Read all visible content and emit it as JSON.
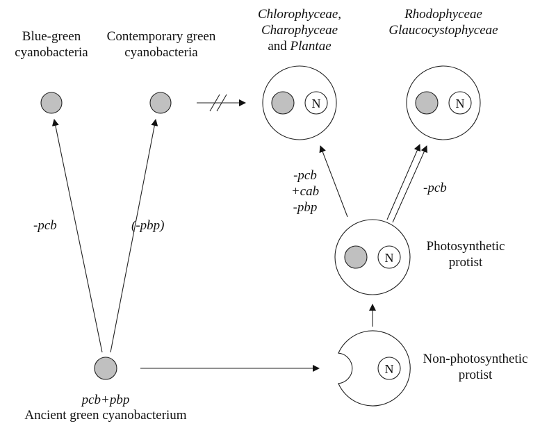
{
  "labels": {
    "blue_green": [
      "Blue-green",
      "cyanobacteria"
    ],
    "contemporary": [
      "Contemporary green",
      "cyanobacteria"
    ],
    "chlorophyceae": [
      "Chlorophyceae,",
      "Charophyceae"
    ],
    "and": "and ",
    "plantae": "Plantae",
    "rhodophyceae": [
      "Rhodophyceae",
      "Glaucocystophyceae"
    ],
    "photosynthetic": [
      "Photosynthetic",
      "protist"
    ],
    "non_photosynthetic": [
      "Non-photosynthetic",
      "protist"
    ],
    "ancient_genes": "pcb+pbp",
    "ancient": "Ancient green cyanobacterium"
  },
  "arrow_labels": {
    "minus_pcb_left": "-pcb",
    "minus_pbp_paren": "(-pbp)",
    "chloro_changes": [
      "-pcb",
      "+cab",
      "-pbp"
    ],
    "rhodo_change": "-pcb"
  },
  "nucleus": "N",
  "colors": {
    "plastid": "#c0c0c0",
    "stroke": "#222222"
  }
}
